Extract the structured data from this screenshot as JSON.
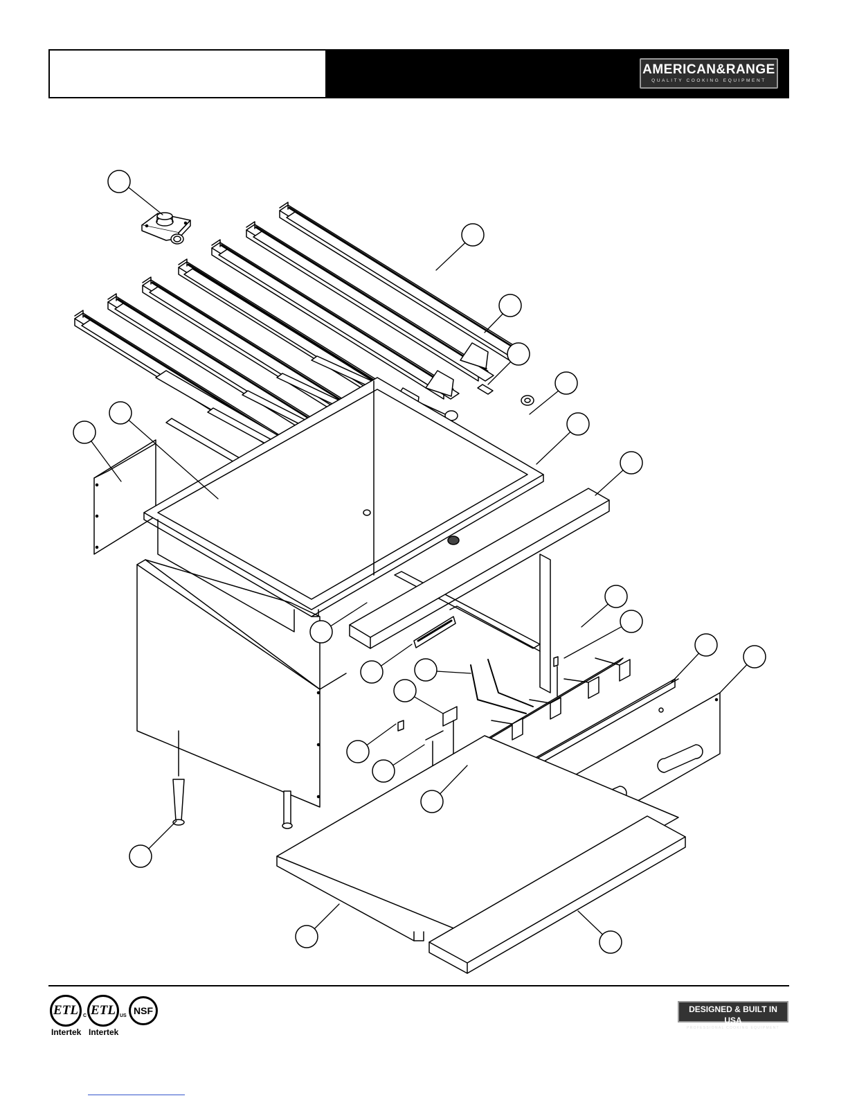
{
  "header": {
    "brand": "AMERICAN&RANGE",
    "tagline": "QUALITY COOKING EQUIPMENT"
  },
  "callout_count": 22,
  "footer": {
    "cert1_label": "ETL",
    "cert1_caption": "Intertek",
    "cert2_label": "ETL",
    "cert2_caption": "Intertek",
    "cert2_left": "C",
    "cert2_right": "US",
    "cert3_label": "NSF",
    "badge_main": "DESIGNED & BUILT IN USA",
    "badge_sub": "PROFESSIONAL COOKING EQUIPMENT"
  }
}
